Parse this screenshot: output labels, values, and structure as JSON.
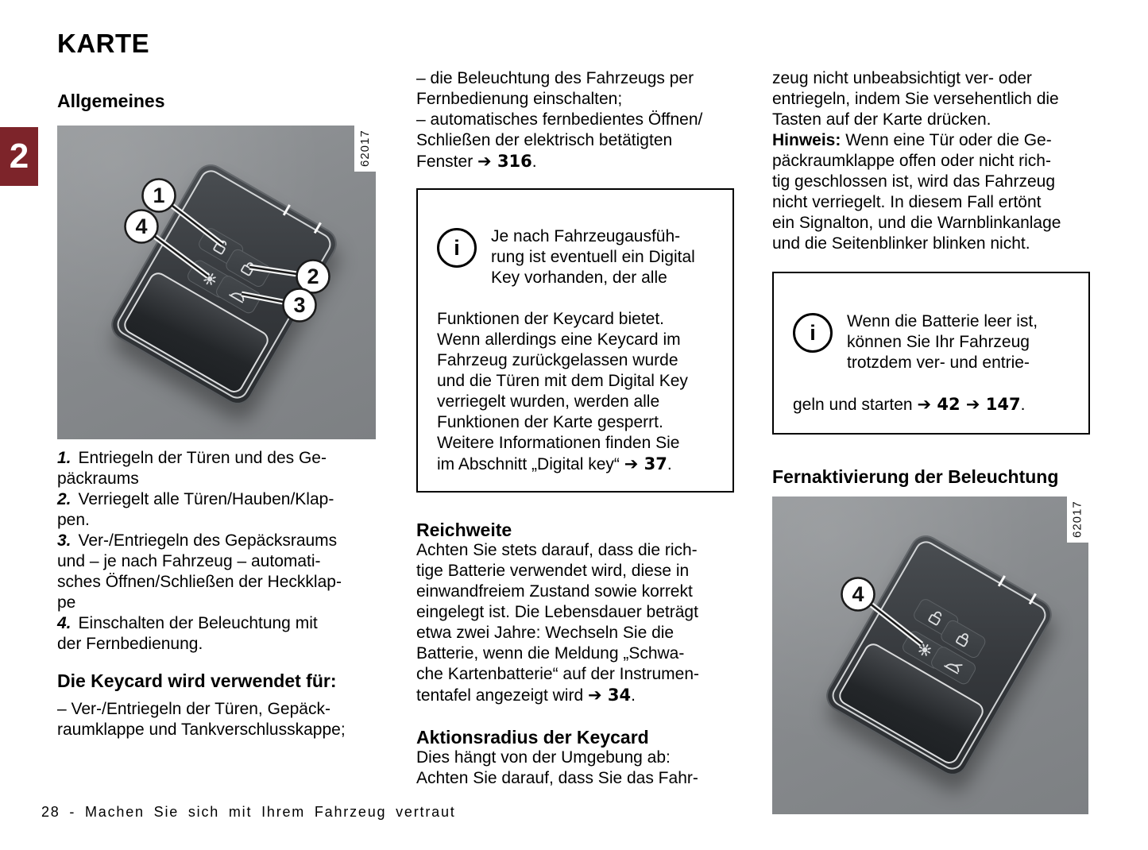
{
  "page": {
    "chapter_tab": "2",
    "title": "KARTE",
    "footer": "28 - Machen Sie sich mit Ihrem Fahrzeug vertraut",
    "accent_color": "#7d242a"
  },
  "left": {
    "section_heading": "Allgemeines",
    "items": [
      {
        "num": "1.",
        "text": "Entriegeln der Türen und des Ge-\npäckraums"
      },
      {
        "num": "2.",
        "text": "Verriegelt alle Türen/Hauben/Klap-\npen."
      },
      {
        "num": "3.",
        "text": "Ver-/Entriegeln des Gepäcksraums\nund – je nach Fahrzeug – automati-\nsches Öffnen/Schließen der Heckklap-\npe"
      },
      {
        "num": "4.",
        "text": "Einschalten der Beleuchtung mit\nder Fernbedienung."
      }
    ],
    "usage_heading": "Die Keycard wird verwendet für:",
    "usage_item": "– Ver-/Entriegeln der Türen, Gepäck-\nraumklappe und Tankverschlusskappe;"
  },
  "middle": {
    "bullet1": "– die Beleuchtung des Fahrzeugs per\nFernbedienung einschalten;",
    "bullet2_text": "– automatisches fernbedientes Öffnen/\nSchließen der elektrisch betätigten\nFenster ",
    "bullet2_ref": "➔ 316",
    "bullet2_suffix": ".",
    "info_box1": {
      "icon_glyph": "i",
      "indented_text": "Je nach Fahrzeugausfüh-\nrung ist eventuell ein Digital\nKey vorhanden, der alle",
      "text": "Funktionen der Keycard bietet.\nWenn allerdings eine Keycard im\nFahrzeug zurückgelassen wurde\nund die Türen mit dem Digital Key\nverriegelt wurden, werden alle\nFunktionen der Karte gesperrt.\nWeitere Informationen finden Sie\nim Abschnitt „Digital key“ ",
      "ref": "➔ 37",
      "suffix": "."
    },
    "range_heading": "Reichweite",
    "range_text": "Achten Sie stets darauf, dass die rich-\ntige Batterie verwendet wird, diese in\neinwandfreiem Zustand sowie korrekt\neingelegt ist. Die Lebensdauer beträgt\netwa zwei Jahre: Wechseln Sie die\nBatterie, wenn die Meldung „Schwa-\nche Kartenbatterie“ auf der Instrumen-\ntentafel angezeigt wird ",
    "range_ref": "➔ 34",
    "range_suffix": ".",
    "radius_heading": "Aktionsradius der Keycard",
    "radius_text": "Dies hängt von der Umgebung ab:\nAchten Sie darauf, dass Sie das Fahr-"
  },
  "right": {
    "cont_text": "zeug nicht unbeabsichtigt ver- oder\nentriegeln, indem Sie versehentlich die\nTasten auf der Karte drücken.",
    "note_label": "Hinweis:",
    "note_text": " Wenn eine Tür oder die Ge-\npäckraumklappe offen oder nicht rich-\ntig geschlossen ist, wird das Fahrzeug\nnicht verriegelt. In diesem Fall ertönt\nein Signalton, und die Warnblinkanlage\nund die Seitenblinker blinken nicht.",
    "info_box2": {
      "icon_glyph": "i",
      "indented_text": "Wenn die Batterie leer ist,\nkönnen Sie Ihr Fahrzeug\ntrotzdem ver- und entrie-",
      "text": "geln und starten ",
      "ref": "➔ 42 ➔ 147",
      "suffix": "."
    },
    "remote_heading": "Fernaktivierung der Beleuchtung"
  },
  "figures": {
    "fig1": {
      "photo_id": "62017",
      "callouts": [
        {
          "label": "1",
          "target": "unlock-button"
        },
        {
          "label": "4",
          "target": "light-button"
        },
        {
          "label": "2",
          "target": "lock-button"
        },
        {
          "label": "3",
          "target": "trunk-button"
        }
      ]
    },
    "fig2": {
      "photo_id": "62017",
      "callouts": [
        {
          "label": "4",
          "target": "light-button"
        }
      ]
    }
  }
}
